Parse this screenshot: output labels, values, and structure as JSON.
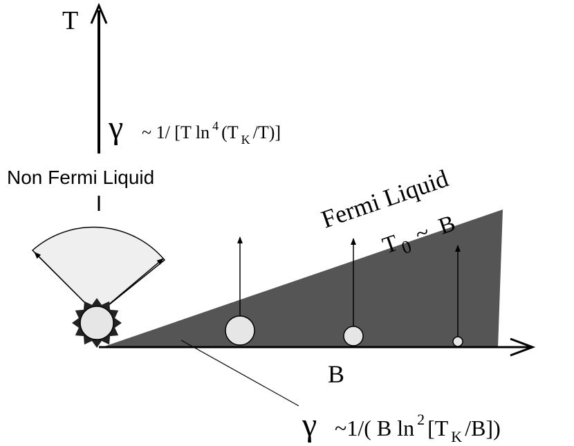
{
  "axes": {
    "y_label": "T",
    "x_label": "B"
  },
  "nfl": {
    "label": "Non Fermi Liquid",
    "gamma_symbol": "γ",
    "formula_a": "~  1/ [T ln",
    "formula_sup": "4",
    "formula_b": "(T",
    "formula_sub": "K",
    "formula_c": "/T)]"
  },
  "fl": {
    "label": "Fermi Liquid",
    "scale_t": "T",
    "scale_sub": "0",
    "scale_rest": " ~  B",
    "gamma_symbol": "γ",
    "formula_a": "~1/( B ln",
    "formula_sup": "2",
    "formula_b": "[T",
    "formula_sub": "K",
    "formula_c": "/B])"
  },
  "colors": {
    "wedge": "#555555",
    "fan": "#efefef",
    "circle": "#e6e6e6",
    "star": "#222222",
    "ink": "#000000"
  }
}
